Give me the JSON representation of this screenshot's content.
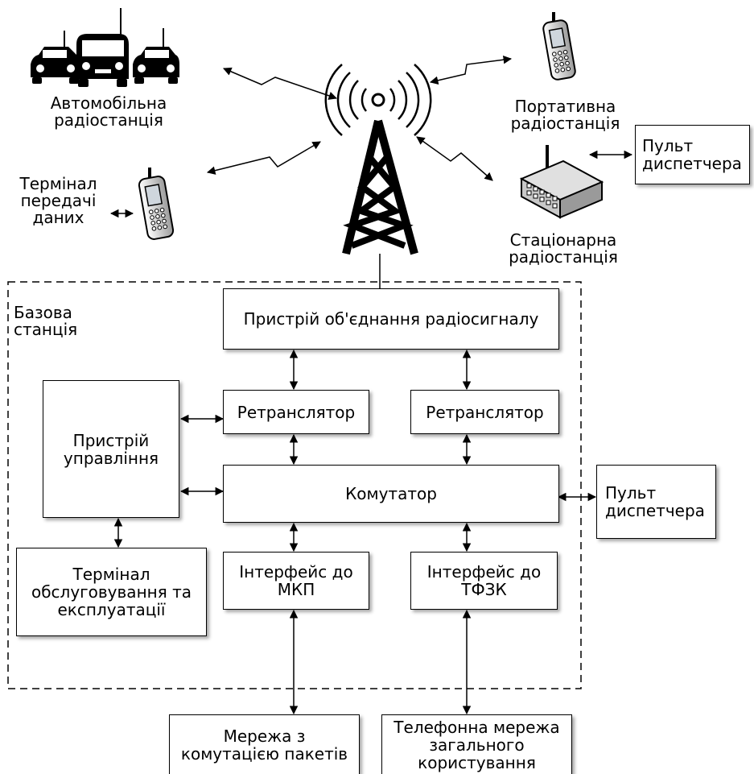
{
  "devices": {
    "car_radio": "Автомобільна\nрадіостанція",
    "portable_radio": "Портативна\nрадіостанція",
    "data_terminal": "Термінал\nпередачі\nданих",
    "stationary_radio": "Стаціонарна\nрадіостанція",
    "dispatcher_top": "Пульт\nдиспетчера"
  },
  "base_station": {
    "label": "Базова\nстанція",
    "combiner": "Пристрій об'єднання радіосигналу",
    "repeater_left": "Ретранслятор",
    "repeater_right": "Ретранслятор",
    "control_unit": "Пристрій\nуправління",
    "switch": "Комутатор",
    "om_terminal": "Термінал\nобслуговування та\nексплуатації",
    "mkp_interface": "Інтерфейс до\nМКП",
    "tfzk_interface": "Інтерфейс до\nТФЗК"
  },
  "dispatcher_right": "Пульт\nдиспетчера",
  "networks": {
    "packet_network": "Мережа з\nкомутацією пакетів",
    "phone_network": "Телефонна мережа\nзагального\nкористування"
  }
}
